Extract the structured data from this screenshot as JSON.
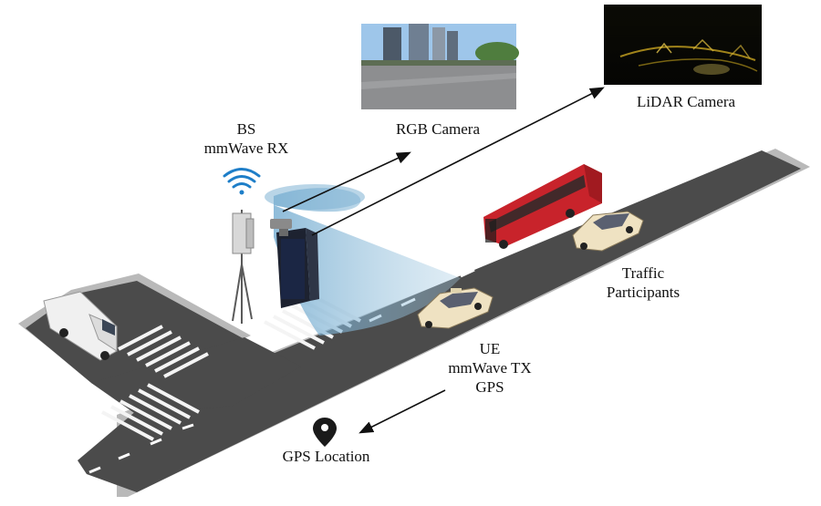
{
  "base_station": {
    "line1": "BS",
    "line2": "mmWave RX"
  },
  "rgb_camera": {
    "label": "RGB Camera"
  },
  "lidar_camera": {
    "label": "LiDAR Camera"
  },
  "traffic": {
    "line1": "Traffic",
    "line2": "Participants"
  },
  "user_equipment": {
    "line1": "UE",
    "line2": "mmWave TX",
    "line3": "GPS"
  },
  "gps": {
    "label": "GPS Location",
    "icon": "location-pin-icon"
  },
  "colors": {
    "road": "#4a4a4a",
    "curb": "#bdbdbd",
    "beam": "#7fb2d3",
    "bus": "#c8232b",
    "car": "#efe2c2"
  }
}
